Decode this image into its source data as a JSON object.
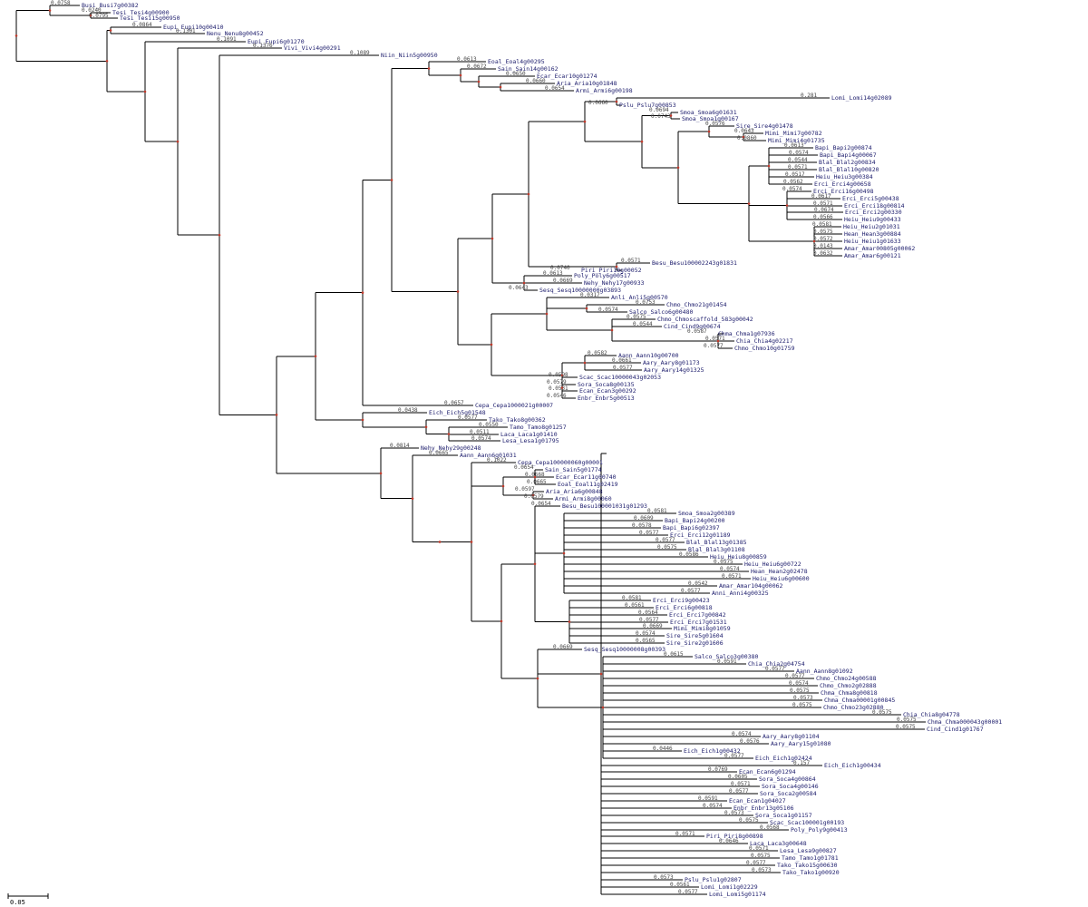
{
  "tree": {
    "tips": [
      {
        "label": "Busi_Busi7g00382",
        "bl": "0.0758"
      },
      {
        "label": "Tesi_Tesi4g00900",
        "bl": "0.0240"
      },
      {
        "label": "Tesi_Tesi15g00950",
        "bl": "0.0795"
      },
      {
        "label": "Eupi_Eupi10g00410",
        "bl": "0.0864"
      },
      {
        "label": "Nenu_Nenu8g00452",
        "bl": "0.1301"
      },
      {
        "label": "Eupi_Eupi6g01270",
        "bl": "0.1091"
      },
      {
        "label": "Vivi_Vivi4g00291",
        "bl": "0.1376"
      },
      {
        "label": "Niin_Niin5g00950",
        "bl": "0.1089"
      },
      {
        "label": "Eoal_Eoal4g00295",
        "bl": "0.0613"
      },
      {
        "label": "Sain_Sain14g00162",
        "bl": "0.0672"
      },
      {
        "label": "Ecar_Ecar10g01274",
        "bl": "0.0650"
      },
      {
        "label": "Aria_Aria10g01848",
        "bl": "0.0660"
      },
      {
        "label": "Armi_Armi6g00198",
        "bl": "0.0654"
      },
      {
        "label": "Lomi_Lomi14g02089",
        "bl": "0.281"
      },
      {
        "label": "Pslu_Pslu7g00853",
        "bl": "0.0660"
      },
      {
        "label": "Smoa_Smoa6g01631",
        "bl": "0.0694"
      },
      {
        "label": "Smoa_Smoa1g00167",
        "bl": "0.0743"
      },
      {
        "label": "Sire_Sire4g01478",
        "bl": "0.0576"
      },
      {
        "label": "Mimi_Mimi7g00782",
        "bl": "0.0643"
      },
      {
        "label": "Mimi_Mimi4g01735",
        "bl": "0.0860"
      },
      {
        "label": "Bapi_Bapi2g00874",
        "bl": "0.0613"
      },
      {
        "label": "Bapi_Bapi4g00067",
        "bl": "0.0574"
      },
      {
        "label": "Blal_Blal2g00834",
        "bl": "0.0544"
      },
      {
        "label": "Blal_Blal10g00820",
        "bl": "0.0571"
      },
      {
        "label": "Heiu_Heiu3g00384",
        "bl": "0.0517"
      },
      {
        "label": "Erci_Erci4g00658",
        "bl": "0.0562"
      },
      {
        "label": "Erci_Erci16g00498",
        "bl": "0.0574"
      },
      {
        "label": "Erci_Erci5g00438",
        "bl": "0.0617"
      },
      {
        "label": "Erci_Erci18g00814",
        "bl": "0.0571"
      },
      {
        "label": "Erci_Erci2g00330",
        "bl": "0.0674"
      },
      {
        "label": "Heiu_Heiu9g00433",
        "bl": "0.0566"
      },
      {
        "label": "Heiu_Heiu2g01031",
        "bl": "0.0581"
      },
      {
        "label": "Hean_Hean3g00884",
        "bl": "0.0575"
      },
      {
        "label": "Heiu_Heiu1g01633",
        "bl": "0.0572"
      },
      {
        "label": "Amar_Amar00805g00062",
        "bl": "0.0143"
      },
      {
        "label": "Amar_Amar6g00121",
        "bl": "0.0632"
      },
      {
        "label": "Besu_Besu100002243g01831",
        "bl": "0.0571"
      },
      {
        "label": "Piri_Piri18g00052",
        "bl": "0.0740"
      },
      {
        "label": "Poly_Poly6g00517",
        "bl": "0.0613"
      },
      {
        "label": "Nehy_Nehy17g00933",
        "bl": "0.0669"
      },
      {
        "label": "Sesq_Sesq10000000g03893",
        "bl": "0.0643"
      },
      {
        "label": "Anli_Anli5g00570",
        "bl": "0.0317"
      },
      {
        "label": "Chmo_Chmo21g01454",
        "bl": "0.0753"
      },
      {
        "label": "Salco_Salco6g00480",
        "bl": "0.0574"
      },
      {
        "label": "Chmo_Chmoscaffold_583g00042",
        "bl": "0.0575"
      },
      {
        "label": "Cind_Cind9g00674",
        "bl": "0.0544"
      },
      {
        "label": "Chma_Chma1g07936",
        "bl": "0.0587"
      },
      {
        "label": "Chia_Chia4g02217",
        "bl": "0.0571"
      },
      {
        "label": "Chmo_Chmo10g01759",
        "bl": "0.0577"
      },
      {
        "label": "Aann_Aann10g00700",
        "bl": "0.0582"
      },
      {
        "label": "Aary_Aary8g01173",
        "bl": "0.0661"
      },
      {
        "label": "Aary_Aary14g01325",
        "bl": "0.0577"
      },
      {
        "label": "Scac_Scac10000043g02053",
        "bl": "0.0598"
      },
      {
        "label": "Sora_Soca8g00135",
        "bl": "0.0579"
      },
      {
        "label": "Ecan_Ecan3g00292",
        "bl": "0.0531"
      },
      {
        "label": "Enbr_Enbr5g00513",
        "bl": "0.0546"
      },
      {
        "label": "Cepa_Cepa1000021g00007",
        "bl": "0.0657"
      },
      {
        "label": "Eich_Eich5g01548",
        "bl": "0.0438"
      },
      {
        "label": "Tako_Tako8g00362",
        "bl": "0.0577"
      },
      {
        "label": "Tamo_Tamo8g01257",
        "bl": "0.0550"
      },
      {
        "label": "Laca_Laca1g01410",
        "bl": "0.0511"
      },
      {
        "label": "Lesa_Lesa1g01795",
        "bl": "0.0574"
      },
      {
        "label": "Nehy_Nehy29g00248",
        "bl": "0.0814"
      },
      {
        "label": "Aann_Aann6g01031",
        "bl": "0.0665"
      },
      {
        "label": "Cepa_Cepa100000060g00001",
        "bl": "0.1022"
      },
      {
        "label": "Sain_Sain5g01774",
        "bl": "0.0654"
      },
      {
        "label": "Ecar_Ecar11g00740",
        "bl": "0.0668"
      },
      {
        "label": "Eoal_Eoal11g02419",
        "bl": "0.0665"
      },
      {
        "label": "Aria_Aria6g00848",
        "bl": "0.0597"
      },
      {
        "label": "Armi_Armi8g00060",
        "bl": "0.0579"
      },
      {
        "label": "Besu_Besu100001031g01293",
        "bl": "0.0654"
      },
      {
        "label": "Smoa_Smoa2g00389",
        "bl": "0.0581"
      },
      {
        "label": "Bapi_Bapi24g00200",
        "bl": "0.0609"
      },
      {
        "label": "Bapi_Bapi6g02397",
        "bl": "0.0578"
      },
      {
        "label": "Erci_Erci12g01189",
        "bl": "0.0577"
      },
      {
        "label": "Blal_Blal13g01385",
        "bl": "0.0577"
      },
      {
        "label": "Blal_Blal3g01108",
        "bl": "0.0575"
      },
      {
        "label": "Heiu_Heiu8g00859",
        "bl": "0.0586"
      },
      {
        "label": "Heiu_Heiu6g00722",
        "bl": "0.0575"
      },
      {
        "label": "Hean_Hean2g02478",
        "bl": "0.0574"
      },
      {
        "label": "Heiu_Heiu6g00600",
        "bl": "0.0571"
      },
      {
        "label": "Amar_Amar104g00062",
        "bl": "0.0542"
      },
      {
        "label": "Anni_Anni4g00325",
        "bl": "0.0577"
      },
      {
        "label": "Erci_Erci9g00423",
        "bl": "0.0581"
      },
      {
        "label": "Erci_Erci6g00818",
        "bl": "0.0561"
      },
      {
        "label": "Erci_Erci7g00842",
        "bl": "0.0564"
      },
      {
        "label": "Erci_Erci7g01531",
        "bl": "0.0577"
      },
      {
        "label": "Mimi_Mimi8g01059",
        "bl": "0.0669"
      },
      {
        "label": "Sire_Sire5g01604",
        "bl": "0.0574"
      },
      {
        "label": "Sire_Sire2g01606",
        "bl": "0.0565"
      },
      {
        "label": "Sesq_Sesq10000008g00393",
        "bl": "0.0669"
      },
      {
        "label": "Salco_Salco3g00380",
        "bl": "0.0615"
      },
      {
        "label": "Chia_Chia2g04754",
        "bl": "0.0591"
      },
      {
        "label": "Aann_Aann8g01092",
        "bl": "0.0577"
      },
      {
        "label": "Chmo_Chmo24g00588",
        "bl": "0.0577"
      },
      {
        "label": "Chmo_Chmo2g02888",
        "bl": "0.0574"
      },
      {
        "label": "Chma_Chma8g00818",
        "bl": "0.0575"
      },
      {
        "label": "Chma_Chma00001g00845",
        "bl": "0.0573"
      },
      {
        "label": "Chmo_Chmo23g02880",
        "bl": "0.0575"
      },
      {
        "label": "Chia_Chia8g04778",
        "bl": "0.0575"
      },
      {
        "label": "Chma_Chma000043g00001",
        "bl": "0.0575"
      },
      {
        "label": "Cind_Cind1g01767",
        "bl": "0.0575"
      },
      {
        "label": "Aary_Aary8g01104",
        "bl": "0.0574"
      },
      {
        "label": "Aary_Aary15g01080",
        "bl": "0.0576"
      },
      {
        "label": "Eich_Eich1g00432",
        "bl": "0.0446"
      },
      {
        "label": "Eich_Eich1g02424",
        "bl": "0.0577"
      },
      {
        "label": "Eich_Eich1g00434",
        "bl": "0.157"
      },
      {
        "label": "Ecan_Ecan6g01294",
        "bl": "0.0769"
      },
      {
        "label": "Sora_Soca4g00864",
        "bl": "0.0605"
      },
      {
        "label": "Sora_Soca4g00146",
        "bl": "0.0571"
      },
      {
        "label": "Sora_Soca2g00584",
        "bl": "0.0577"
      },
      {
        "label": "Ecan_Ecan1g04027",
        "bl": "0.0591"
      },
      {
        "label": "Enbr_Enbr13g05106",
        "bl": "0.0574"
      },
      {
        "label": "Sora_Soca1g01157",
        "bl": "0.0573"
      },
      {
        "label": "Scac_Scac100001g00193",
        "bl": "0.0575"
      },
      {
        "label": "Poly_Poly9g00413",
        "bl": "0.0568"
      },
      {
        "label": "Piri_Piri8g00898",
        "bl": "0.0571"
      },
      {
        "label": "Laca_Laca3g00648",
        "bl": "0.0646"
      },
      {
        "label": "Lesa_Lesa9g00827",
        "bl": "0.0571"
      },
      {
        "label": "Tamo_Tamo1g01781",
        "bl": "0.0575"
      },
      {
        "label": "Tako_Tako15g00630",
        "bl": "0.0577"
      },
      {
        "label": "Tako_Tako1g00920",
        "bl": "0.0573"
      },
      {
        "label": "Pslu_Pslu1g02807",
        "bl": "0.0573"
      },
      {
        "label": "Lomi_Lomi1g02229",
        "bl": "0.0561"
      },
      {
        "label": "Lomi_Lomi5g01174",
        "bl": "0.0577"
      }
    ],
    "scale_label": "0.05"
  }
}
